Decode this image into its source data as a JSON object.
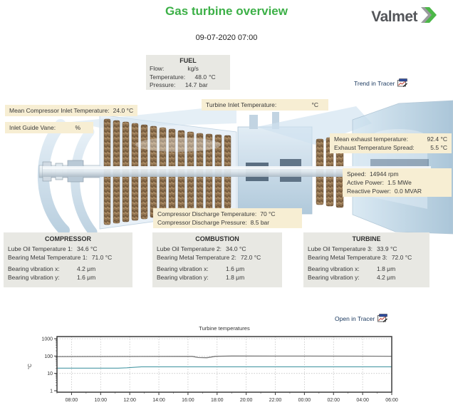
{
  "colors": {
    "title_green": "#3cb047",
    "logo_gray": "#54565a",
    "logo_chevron_green": "#4cb748",
    "highlight_cream": "#f7eed3",
    "box_gray": "#e8e8e3",
    "link_navy": "#17365d"
  },
  "header": {
    "title": "Gas turbine overview",
    "datetime": "09-07-2020 07:00",
    "logo_text": "Valmet"
  },
  "links": {
    "trend": "Trend in Tracer",
    "open": "Open in Tracer"
  },
  "fuel": {
    "title": "FUEL",
    "rows": [
      {
        "label": "Flow:",
        "value": "",
        "unit": "kg/s"
      },
      {
        "label": "Temperature:",
        "value": "48.0",
        "unit": "°C"
      },
      {
        "label": "Pressure:",
        "value": "14.7",
        "unit": "bar"
      }
    ]
  },
  "labels": {
    "mean_compressor_inlet": {
      "label": "Mean Compressor Inlet Temperature:",
      "value": "24.0 °C"
    },
    "inlet_guide_vane": {
      "label": "Inlet Guide Vane:",
      "value": "%"
    },
    "turbine_inlet": {
      "label": "Turbine Inlet Temperature:",
      "value": "°C"
    },
    "mean_exhaust": {
      "label": "Mean exhaust temperature:",
      "value": "92.4 °C"
    },
    "exhaust_spread": {
      "label": "Exhaust Temperature Spread:",
      "value": "5.5 °C"
    },
    "speed": {
      "label": "Speed:",
      "value": "14944 rpm"
    },
    "active_power": {
      "label": "Active Power:",
      "value": "1.5 MWe"
    },
    "reactive_power": {
      "label": "Reactive Power:",
      "value": "0.0 MVAR"
    },
    "discharge_temp": {
      "label": "Compressor Discharge Temperature:",
      "value": "70 °C"
    },
    "discharge_pressure": {
      "label": "Compressor Discharge Pressure:",
      "value": "8.5 bar"
    }
  },
  "sections": [
    {
      "title": "COMPRESSOR",
      "temps": [
        {
          "label": "Lube Oil Temperature 1:",
          "value": "34.6 °C"
        },
        {
          "label": "Bearing Metal Temperature 1:",
          "value": "71.0 °C"
        }
      ],
      "vibrations": [
        {
          "label": "Bearing vibration x:",
          "value": "4.2 μm"
        },
        {
          "label": "Bearing vibration y:",
          "value": "1.6 μm"
        }
      ]
    },
    {
      "title": "COMBUSTION",
      "temps": [
        {
          "label": "Lube Oil Temperature 2:",
          "value": "34.0 °C"
        },
        {
          "label": "Bearing Metal Temperature 2:",
          "value": "72.0 °C"
        }
      ],
      "vibrations": [
        {
          "label": "Bearing vibration x:",
          "value": "1.6 μm"
        },
        {
          "label": "Bearing vibration y:",
          "value": "1.8 μm"
        }
      ]
    },
    {
      "title": "TURBINE",
      "temps": [
        {
          "label": "Lube Oil Temperature 3:",
          "value": "33.9 °C"
        },
        {
          "label": "Bearing Metal Temperature 3:",
          "value": "72.0 °C"
        }
      ],
      "vibrations": [
        {
          "label": "Bearing vibration x:",
          "value": "1.8 μm"
        },
        {
          "label": "Bearing vibration y:",
          "value": "4.2 μm"
        }
      ]
    }
  ],
  "chart_data": {
    "type": "line",
    "title": "Turbine temperatures",
    "ylabel": "°C",
    "yscale": "log",
    "ylim": [
      1,
      1000
    ],
    "yticks": [
      1,
      10,
      100,
      1000
    ],
    "x_start_hour": 7,
    "x_end_hour": 30,
    "xtick_hours": [
      8,
      10,
      12,
      14,
      16,
      18,
      20,
      22,
      24,
      26,
      28,
      30
    ],
    "xtick_labels": [
      "08:00",
      "10:00",
      "12:00",
      "14:00",
      "16:00",
      "18:00",
      "20:00",
      "22:00",
      "00:00",
      "02:00",
      "04:00",
      "06:00"
    ],
    "grid": "dotted",
    "legend": "none",
    "series": [
      {
        "name": "Mean exhaust temperature",
        "color": "#787878",
        "width": 1.3,
        "points": [
          [
            7,
            93
          ],
          [
            10,
            94
          ],
          [
            13,
            95
          ],
          [
            15.5,
            96
          ],
          [
            16.3,
            96
          ],
          [
            16.7,
            82
          ],
          [
            17.3,
            80
          ],
          [
            17.9,
            97
          ],
          [
            19,
            100
          ],
          [
            24,
            99
          ],
          [
            30,
            98
          ]
        ]
      },
      {
        "name": "Turbine temperature",
        "color": "#4b9aa6",
        "width": 1.1,
        "points": [
          [
            7,
            20
          ],
          [
            11.2,
            20
          ],
          [
            11.8,
            21
          ],
          [
            12.8,
            24
          ],
          [
            18,
            24
          ],
          [
            24,
            24
          ],
          [
            30,
            24
          ]
        ]
      }
    ]
  }
}
